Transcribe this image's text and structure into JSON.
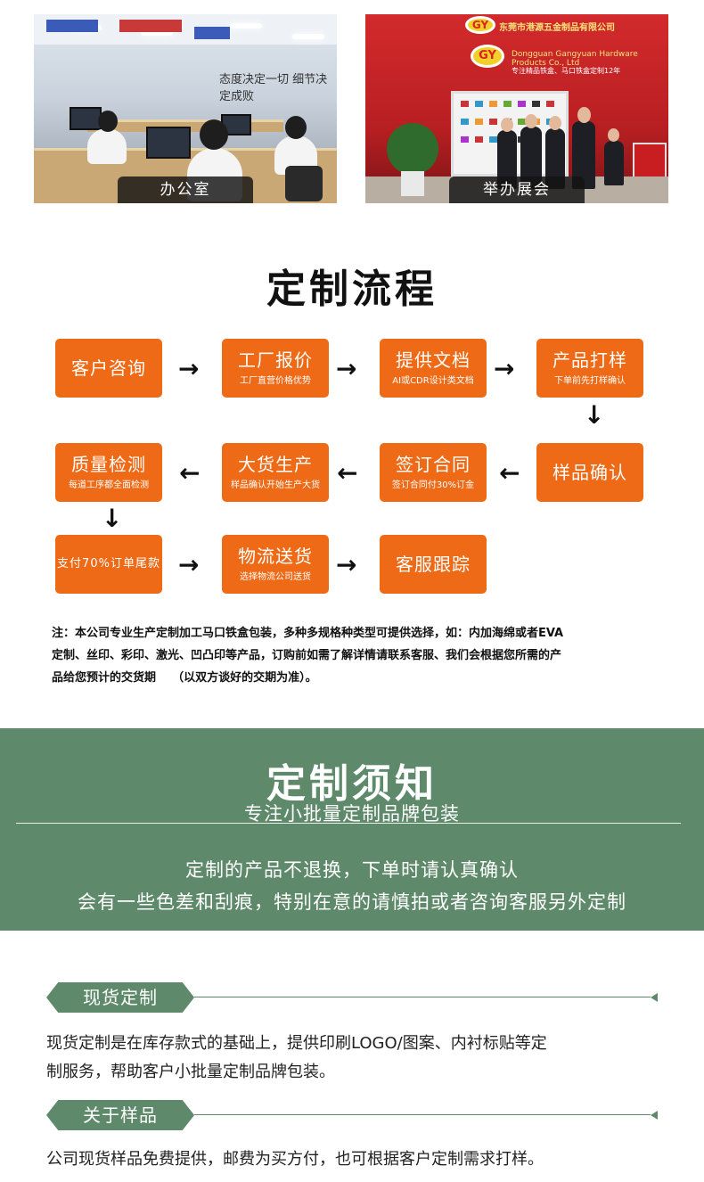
{
  "photos": {
    "office_caption": "办公室",
    "office_wall_text": "态度决定一切  细节决定成败",
    "expo_caption": "举办展会",
    "expo_company": "东莞市港源五金制品有限公司",
    "expo_company_en": "Dongguan Gangyuan Hardware Products Co., Ltd",
    "expo_slogan": "专注精品铁盒、马口铁盒定制12年",
    "expo_logo": "GY"
  },
  "process": {
    "title": "定制流程",
    "steps": [
      {
        "main": "客户咨询",
        "sub": ""
      },
      {
        "main": "工厂报价",
        "sub": "工厂直营价格优势"
      },
      {
        "main": "提供文档",
        "sub": "AI或CDR设计类文档"
      },
      {
        "main": "产品打样",
        "sub": "下单前先打样确认"
      },
      {
        "main": "样品确认",
        "sub": ""
      },
      {
        "main": "签订合同",
        "sub": "签订合同付30%订金"
      },
      {
        "main": "大货生产",
        "sub": "样品确认开始生产大货"
      },
      {
        "main": "质量检测",
        "sub": "每道工序都全面检测"
      },
      {
        "main": "支付70%订单尾款",
        "sub": ""
      },
      {
        "main": "物流送货",
        "sub": "选择物流公司送货"
      },
      {
        "main": "客服跟踪",
        "sub": ""
      }
    ],
    "note_line1": "注：本公司专业生产定制加工马口铁盒包装，多种多规格种类型可提供选择，如：内加海绵或者EVA",
    "note_line2": "定制、丝印、彩印、激光、凹凸印等产品，订购前如需了解详情请联系客服、我们会根据您所需的产",
    "note_line3": "品给您预计的交货期    （以双方谈好的交期为准）。"
  },
  "notice": {
    "title": "定制须知",
    "subtitle": "专注小批量定制品牌包装",
    "line1": "定制的产品不退换，下单时请认真确认",
    "line2": "会有一些色差和刮痕，特别在意的请慎拍或者咨询客服另外定制"
  },
  "sections": [
    {
      "tag": "现货定制",
      "text1": "现货定制是在库存款式的基础上，提供印刷LOGO/图案、内衬标贴等定",
      "text2": "制服务，帮助客户小批量定制品牌包装。"
    },
    {
      "tag": "关于样品",
      "text1": "公司现货样品免费提供，邮费为买方付，也可根据客户定制需求打样。",
      "text2": ""
    }
  ],
  "colors": {
    "step_orange": "#ee6a16",
    "brand_green": "#5e8a6b"
  }
}
